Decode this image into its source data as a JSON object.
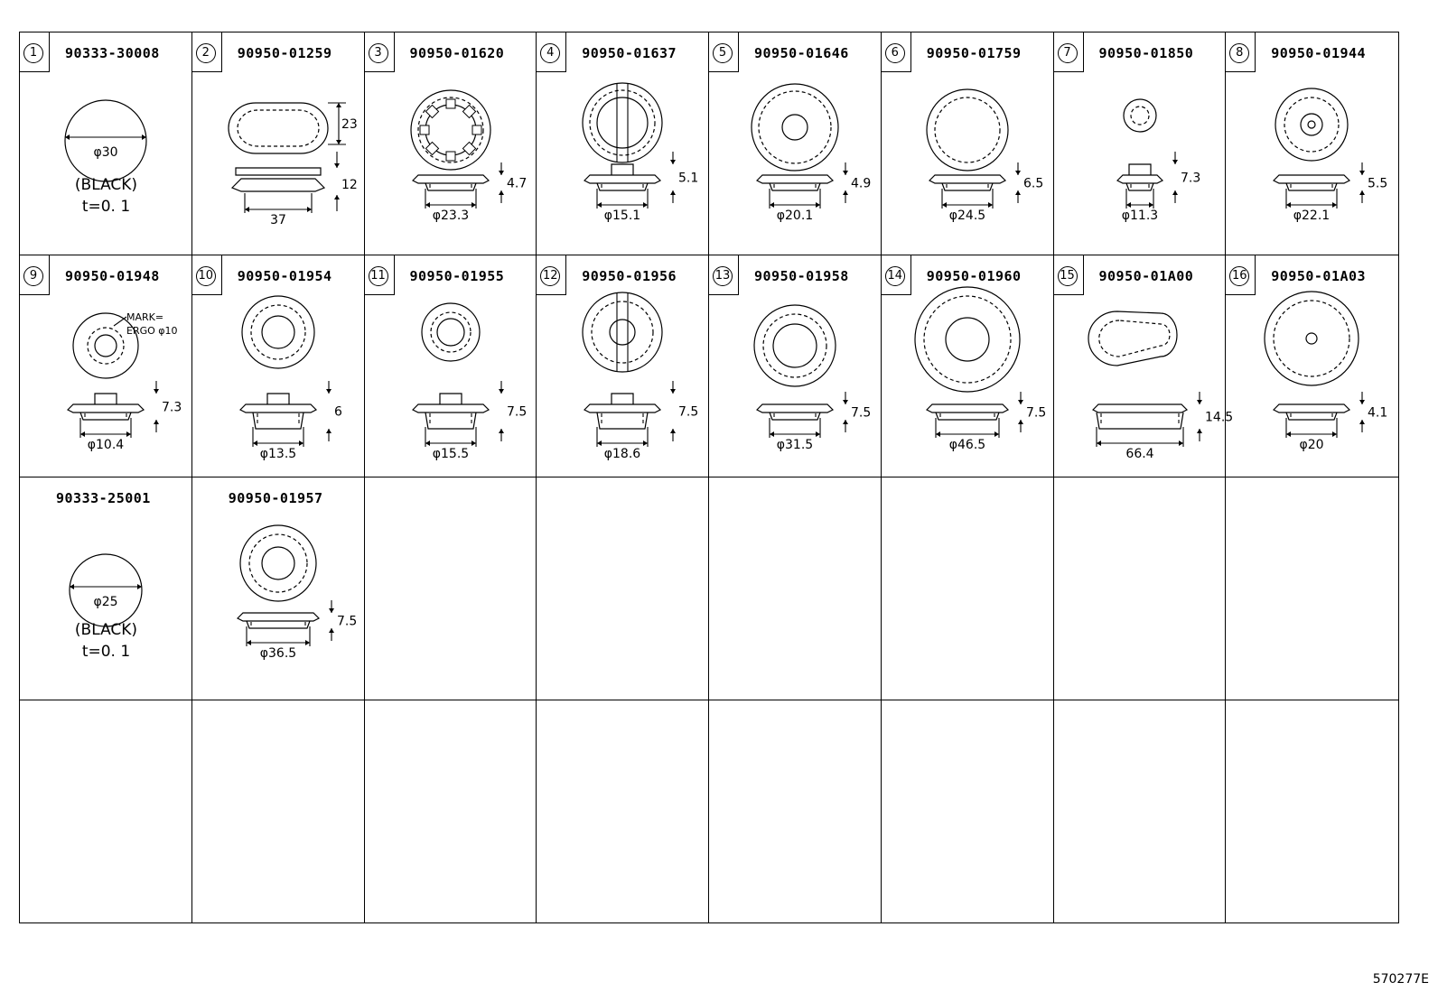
{
  "diagram_code": "570277E",
  "parts": [
    {
      "index": "1",
      "part_no": "90333-30008",
      "dims": [
        "φ30"
      ],
      "notes": [
        "(BLACK)",
        "t=0. 1"
      ]
    },
    {
      "index": "2",
      "part_no": "90950-01259",
      "dims": [
        "23",
        "12",
        "37"
      ]
    },
    {
      "index": "3",
      "part_no": "90950-01620",
      "dims": [
        "4.7",
        "φ23.3"
      ]
    },
    {
      "index": "4",
      "part_no": "90950-01637",
      "dims": [
        "5.1",
        "φ15.1"
      ]
    },
    {
      "index": "5",
      "part_no": "90950-01646",
      "dims": [
        "4.9",
        "φ20.1"
      ]
    },
    {
      "index": "6",
      "part_no": "90950-01759",
      "dims": [
        "6.5",
        "φ24.5"
      ]
    },
    {
      "index": "7",
      "part_no": "90950-01850",
      "dims": [
        "7.3",
        "φ11.3"
      ]
    },
    {
      "index": "8",
      "part_no": "90950-01944",
      "dims": [
        "5.5",
        "φ22.1"
      ]
    },
    {
      "index": "9",
      "part_no": "90950-01948",
      "dims": [
        "7.3",
        "φ10.4"
      ],
      "marks": [
        "MARK=",
        "ERGO φ10"
      ]
    },
    {
      "index": "10",
      "part_no": "90950-01954",
      "dims": [
        "6",
        "φ13.5"
      ]
    },
    {
      "index": "11",
      "part_no": "90950-01955",
      "dims": [
        "7.5",
        "φ15.5"
      ]
    },
    {
      "index": "12",
      "part_no": "90950-01956",
      "dims": [
        "7.5",
        "φ18.6"
      ]
    },
    {
      "index": "13",
      "part_no": "90950-01958",
      "dims": [
        "7.5",
        "φ31.5"
      ]
    },
    {
      "index": "14",
      "part_no": "90950-01960",
      "dims": [
        "7.5",
        "φ46.5"
      ]
    },
    {
      "index": "15",
      "part_no": "90950-01A00",
      "dims": [
        "14.5",
        "66.4"
      ]
    },
    {
      "index": "16",
      "part_no": "90950-01A03",
      "dims": [
        "4.1",
        "φ20"
      ]
    },
    {
      "index": "",
      "part_no": "90333-25001",
      "dims": [
        "φ25"
      ],
      "notes": [
        "(BLACK)",
        "t=0. 1"
      ]
    },
    {
      "index": "",
      "part_no": "90950-01957",
      "dims": [
        "7.5",
        "φ36.5"
      ]
    }
  ]
}
